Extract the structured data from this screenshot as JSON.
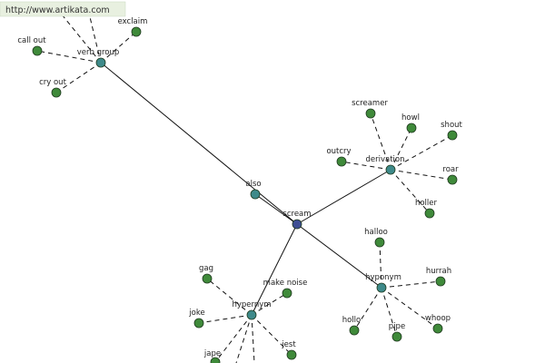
{
  "watermark": "http://www.artikata.com",
  "colors": {
    "center": "#3e4e94",
    "relation": "#3e8a8a",
    "word": "#3f8a3a",
    "background": "#ffffff"
  },
  "nodes": [
    {
      "id": "scream",
      "label": "scream",
      "kind": "center"
    },
    {
      "id": "verb_group",
      "label": "verb group",
      "kind": "relation"
    },
    {
      "id": "also",
      "label": "also",
      "kind": "relation"
    },
    {
      "id": "derivation",
      "label": "derivation",
      "kind": "relation"
    },
    {
      "id": "hyponym",
      "label": "hyponym",
      "kind": "relation"
    },
    {
      "id": "hypernym",
      "label": "hypernym",
      "kind": "relation"
    },
    {
      "id": "call_out",
      "label": "call out",
      "kind": "word"
    },
    {
      "id": "exclaim",
      "label": "exclaim",
      "kind": "word"
    },
    {
      "id": "cry_out",
      "label": "cry out",
      "kind": "word"
    },
    {
      "id": "screamer",
      "label": "screamer",
      "kind": "word"
    },
    {
      "id": "howl",
      "label": "howl",
      "kind": "word"
    },
    {
      "id": "shout",
      "label": "shout",
      "kind": "word"
    },
    {
      "id": "outcry",
      "label": "outcry",
      "kind": "word"
    },
    {
      "id": "roar",
      "label": "roar",
      "kind": "word"
    },
    {
      "id": "holler",
      "label": "holler",
      "kind": "word"
    },
    {
      "id": "halloo",
      "label": "halloo",
      "kind": "word"
    },
    {
      "id": "hurrah",
      "label": "hurrah",
      "kind": "word"
    },
    {
      "id": "hollo",
      "label": "hollo",
      "kind": "word"
    },
    {
      "id": "pipe",
      "label": "pipe",
      "kind": "word"
    },
    {
      "id": "whoop",
      "label": "whoop",
      "kind": "word"
    },
    {
      "id": "gag",
      "label": "gag",
      "kind": "word"
    },
    {
      "id": "make_noise",
      "label": "make noise",
      "kind": "word"
    },
    {
      "id": "joke",
      "label": "joke",
      "kind": "word"
    },
    {
      "id": "jape",
      "label": "jape",
      "kind": "word"
    },
    {
      "id": "jest",
      "label": "jest",
      "kind": "word"
    }
  ],
  "edges": [
    {
      "from": "scream",
      "to": "verb_group",
      "style": "solid"
    },
    {
      "from": "scream",
      "to": "also",
      "style": "solid"
    },
    {
      "from": "scream",
      "to": "derivation",
      "style": "solid"
    },
    {
      "from": "scream",
      "to": "hyponym",
      "style": "solid"
    },
    {
      "from": "scream",
      "to": "hypernym",
      "style": "solid"
    },
    {
      "from": "verb_group",
      "to": "call_out",
      "style": "dashed"
    },
    {
      "from": "verb_group",
      "to": "exclaim",
      "style": "dashed"
    },
    {
      "from": "verb_group",
      "to": "cry_out",
      "style": "dashed"
    },
    {
      "from": "verb_group",
      "to": "offscreen_vg_1",
      "style": "dashed"
    },
    {
      "from": "verb_group",
      "to": "offscreen_vg_2",
      "style": "dashed"
    },
    {
      "from": "derivation",
      "to": "screamer",
      "style": "dashed"
    },
    {
      "from": "derivation",
      "to": "howl",
      "style": "dashed"
    },
    {
      "from": "derivation",
      "to": "shout",
      "style": "dashed"
    },
    {
      "from": "derivation",
      "to": "outcry",
      "style": "dashed"
    },
    {
      "from": "derivation",
      "to": "roar",
      "style": "dashed"
    },
    {
      "from": "derivation",
      "to": "holler",
      "style": "dashed"
    },
    {
      "from": "hyponym",
      "to": "halloo",
      "style": "dashed"
    },
    {
      "from": "hyponym",
      "to": "hurrah",
      "style": "dashed"
    },
    {
      "from": "hyponym",
      "to": "hollo",
      "style": "dashed"
    },
    {
      "from": "hyponym",
      "to": "pipe",
      "style": "dashed"
    },
    {
      "from": "hyponym",
      "to": "whoop",
      "style": "dashed"
    },
    {
      "from": "hypernym",
      "to": "gag",
      "style": "dashed"
    },
    {
      "from": "hypernym",
      "to": "make_noise",
      "style": "dashed"
    },
    {
      "from": "hypernym",
      "to": "joke",
      "style": "dashed"
    },
    {
      "from": "hypernym",
      "to": "jape",
      "style": "dashed"
    },
    {
      "from": "hypernym",
      "to": "jest",
      "style": "dashed"
    },
    {
      "from": "hypernym",
      "to": "offscreen_hn_1",
      "style": "dashed"
    },
    {
      "from": "hypernym",
      "to": "offscreen_hn_2",
      "style": "dashed"
    }
  ]
}
